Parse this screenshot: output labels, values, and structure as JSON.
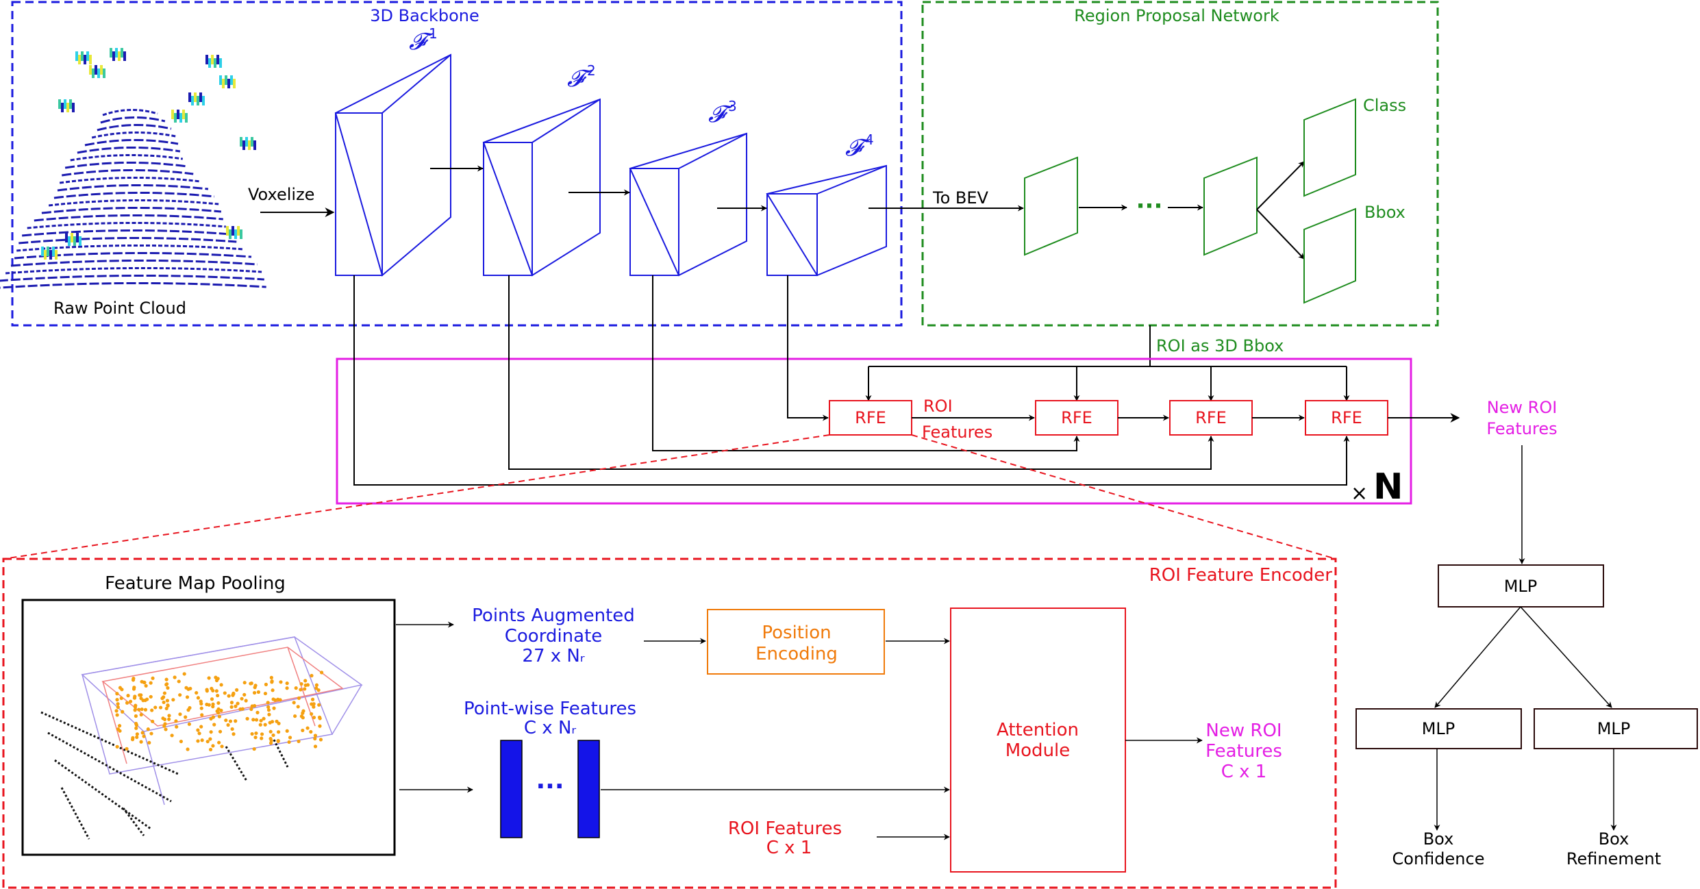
{
  "backbone": {
    "title": "3D Backbone",
    "input_label": "Raw Point Cloud",
    "voxelize_label": "Voxelize",
    "features": [
      {
        "symbol": "𝓕",
        "sup": "1"
      },
      {
        "symbol": "𝓕",
        "sup": "2"
      },
      {
        "symbol": "𝓕",
        "sup": "3"
      },
      {
        "symbol": "𝓕",
        "sup": "4"
      }
    ],
    "color": "#1a1adf"
  },
  "rpn": {
    "title": "Region Proposal Network",
    "to_bev_label": "To BEV",
    "dots": "···",
    "class_label": "Class",
    "bbox_label": "Bbox",
    "roi_label": "ROI as 3D Bbox",
    "color": "#1e8c1e"
  },
  "refine": {
    "rfe_labels": [
      "RFE",
      "RFE",
      "RFE",
      "RFE"
    ],
    "roi_features_line1": "ROI",
    "roi_features_line2": "Features",
    "repeat_x": "×",
    "repeat_n": "N",
    "new_roi_line1": "New ROI",
    "new_roi_line2": "Features",
    "color": "#e8141e",
    "frame_color": "#e41ee4"
  },
  "head": {
    "mlp_top": "MLP",
    "mlp_left": "MLP",
    "mlp_right": "MLP",
    "out_left_line1": "Box",
    "out_left_line2": "Confidence",
    "out_right_line1": "Box",
    "out_right_line2": "Refinement"
  },
  "encoder": {
    "title": "ROI Feature Encoder",
    "pooling_title": "Feature Map Pooling",
    "points_aug_line1": "Points Augmented",
    "points_aug_line2": "Coordinate",
    "points_aug_line3": "27 x Nᵣ",
    "pos_enc_line1": "Position",
    "pos_enc_line2": "Encoding",
    "pointwise_line1": "Point-wise Features",
    "pointwise_line2": "C x Nᵣ",
    "dots": "···",
    "roi_feat_line1": "ROI Features",
    "roi_feat_line2": "C x 1",
    "attention_line1": "Attention",
    "attention_line2": "Module",
    "new_roi_line1": "New ROI",
    "new_roi_line2": "Features",
    "new_roi_line3": "C x 1",
    "orange": "#f07a0a"
  }
}
